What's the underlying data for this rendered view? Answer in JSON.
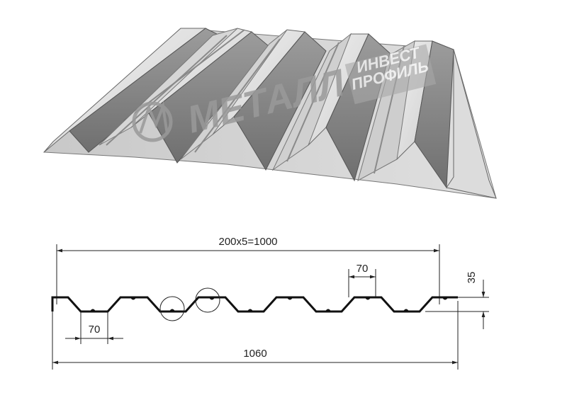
{
  "watermark": {
    "brand_main": "МЕТАЛЛ",
    "brand_line1": "ИНВЕСТ",
    "brand_line2": "ПРОФИЛЬ"
  },
  "dimensions": {
    "overall_pitch": "200x5=1000",
    "top_flange": "70",
    "bottom_flange": "70",
    "height": "35",
    "total_width": "1060"
  },
  "colors": {
    "sheet_light": "#e6e6e6",
    "sheet_mid": "#bdbdbd",
    "sheet_dark": "#8c8c8c",
    "line": "#222222"
  }
}
